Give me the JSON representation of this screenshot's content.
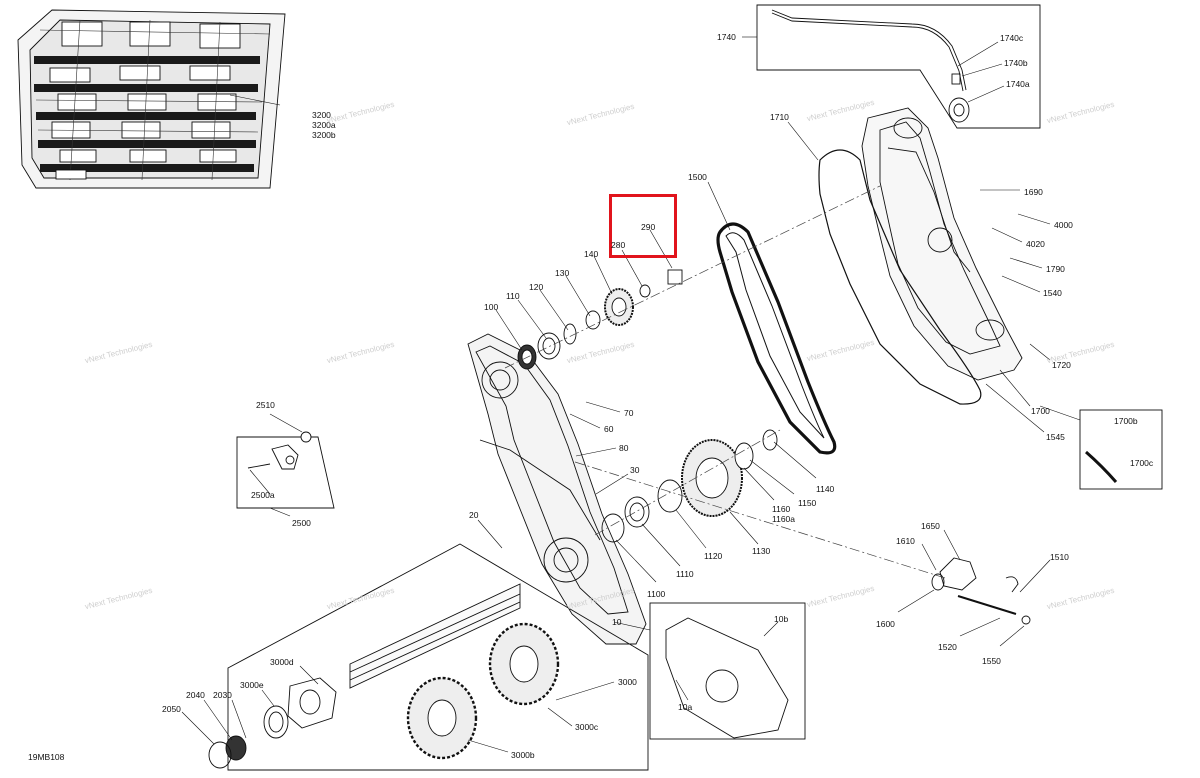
{
  "diagram": {
    "drawing_code": "19MB108",
    "highlighted_part": "290",
    "watermark": "vNext Technologies",
    "callouts": [
      {
        "id": "c1740",
        "text": "1740"
      },
      {
        "id": "c1740c",
        "text": "1740c"
      },
      {
        "id": "c1740b",
        "text": "1740b"
      },
      {
        "id": "c1740a",
        "text": "1740a"
      },
      {
        "id": "c1710",
        "text": "1710"
      },
      {
        "id": "c1690",
        "text": "1690"
      },
      {
        "id": "c4000",
        "text": "4000"
      },
      {
        "id": "c4020",
        "text": "4020"
      },
      {
        "id": "c1790",
        "text": "1790"
      },
      {
        "id": "c1540",
        "text": "1540"
      },
      {
        "id": "c1720",
        "text": "1720"
      },
      {
        "id": "c1700",
        "text": "1700"
      },
      {
        "id": "c1545",
        "text": "1545"
      },
      {
        "id": "c1700b",
        "text": "1700b"
      },
      {
        "id": "c1700c",
        "text": "1700c"
      },
      {
        "id": "c1500",
        "text": "1500"
      },
      {
        "id": "c290",
        "text": "290"
      },
      {
        "id": "c280",
        "text": "280"
      },
      {
        "id": "c140",
        "text": "140"
      },
      {
        "id": "c130",
        "text": "130"
      },
      {
        "id": "c120",
        "text": "120"
      },
      {
        "id": "c110",
        "text": "110"
      },
      {
        "id": "c100",
        "text": "100"
      },
      {
        "id": "c3200",
        "text": "3200"
      },
      {
        "id": "c3200a",
        "text": "3200a"
      },
      {
        "id": "c3200b",
        "text": "3200b"
      },
      {
        "id": "c70",
        "text": "70"
      },
      {
        "id": "c60",
        "text": "60"
      },
      {
        "id": "c80",
        "text": "80"
      },
      {
        "id": "c30",
        "text": "30"
      },
      {
        "id": "c20",
        "text": "20"
      },
      {
        "id": "c10",
        "text": "10"
      },
      {
        "id": "c10b",
        "text": "10b"
      },
      {
        "id": "c10a",
        "text": "10a"
      },
      {
        "id": "c2510",
        "text": "2510"
      },
      {
        "id": "c2500a",
        "text": "2500a"
      },
      {
        "id": "c2500",
        "text": "2500"
      },
      {
        "id": "c1140",
        "text": "1140"
      },
      {
        "id": "c1150",
        "text": "1150"
      },
      {
        "id": "c1160",
        "text": "1160"
      },
      {
        "id": "c1160a",
        "text": "1160a"
      },
      {
        "id": "c1130",
        "text": "1130"
      },
      {
        "id": "c1120",
        "text": "1120"
      },
      {
        "id": "c1110",
        "text": "1110"
      },
      {
        "id": "c1100",
        "text": "1100"
      },
      {
        "id": "c1650",
        "text": "1650"
      },
      {
        "id": "c1610",
        "text": "1610"
      },
      {
        "id": "c1510",
        "text": "1510"
      },
      {
        "id": "c1600",
        "text": "1600"
      },
      {
        "id": "c1520",
        "text": "1520"
      },
      {
        "id": "c1550",
        "text": "1550"
      },
      {
        "id": "c3000",
        "text": "3000"
      },
      {
        "id": "c3000d",
        "text": "3000d"
      },
      {
        "id": "c3000e",
        "text": "3000e"
      },
      {
        "id": "c3000c",
        "text": "3000c"
      },
      {
        "id": "c3000b",
        "text": "3000b"
      },
      {
        "id": "c2040",
        "text": "2040"
      },
      {
        "id": "c2030",
        "text": "2030"
      },
      {
        "id": "c2050",
        "text": "2050"
      }
    ]
  }
}
